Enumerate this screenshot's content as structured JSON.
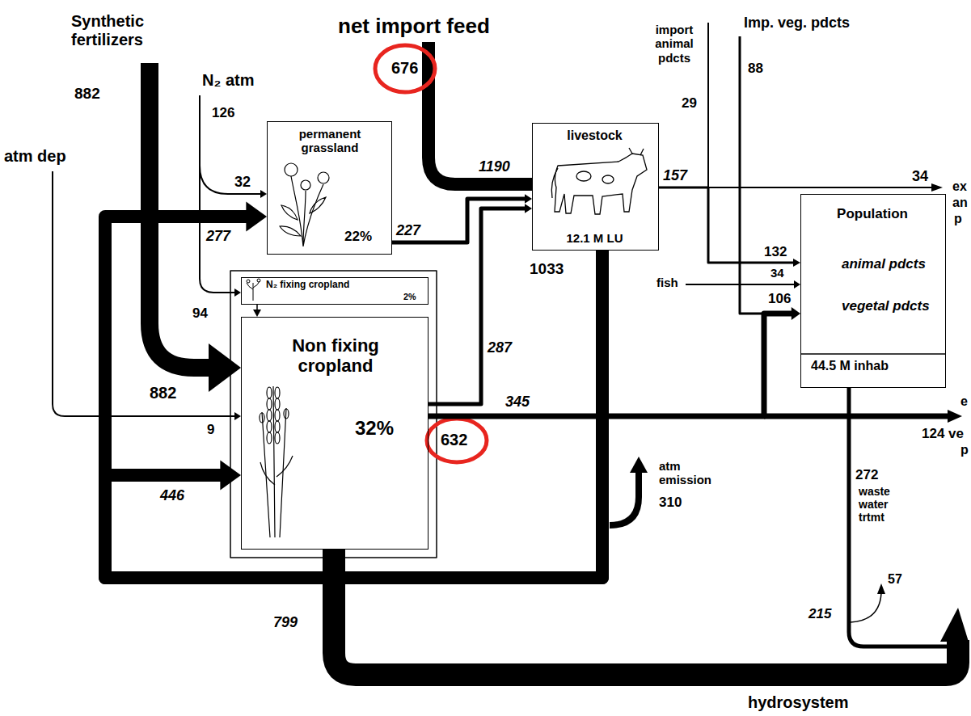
{
  "diagram": {
    "nodes": [
      {
        "text": [
          "permanent grassland",
          "22%"
        ]
      },
      {
        "text": [
          "livestock",
          "12.1 M LU"
        ]
      },
      {
        "text": [
          "N₂ fixing cropland",
          "2%"
        ]
      },
      {
        "text": [
          "Non fixing cropland",
          "32%"
        ]
      },
      {
        "text": [
          "Population",
          "animal pdcts",
          "vegetal pdcts",
          "44.5 M inhab"
        ]
      }
    ],
    "edges": [
      {
        "from": 0,
        "to": 1,
        "label": "227",
        "arrow": "to"
      },
      {
        "from": 3,
        "to": 1,
        "label": "287",
        "arrow": "to"
      },
      {
        "from": 1,
        "to": 4,
        "label": "157",
        "arrow": "to"
      },
      {
        "from": 3,
        "to": 4,
        "label": "345",
        "arrow": "to"
      },
      {
        "from": 1,
        "to": 0,
        "label": "277",
        "arrow": "to"
      },
      {
        "from": 1,
        "to": 3,
        "label": "446",
        "arrow": "to"
      },
      {
        "from": 2,
        "to": 3,
        "arrow": "to"
      }
    ],
    "labels": [
      "Synthetic fertilizers",
      "882",
      "N₂ atm",
      "126",
      "atm dep",
      "net import feed",
      "676",
      "import animal pdcts",
      "29",
      "Imp. veg. pdcts",
      "88",
      "1190",
      "32",
      "34",
      "ex",
      "an",
      "p",
      "132",
      "1033",
      "fish",
      "34",
      "106",
      "94",
      "882",
      "9",
      "632",
      "e",
      "124 ve",
      "p",
      "atm emission",
      "310",
      "272",
      "waste water trtmt",
      "57",
      "215",
      "799",
      "hydrosystem"
    ]
  }
}
